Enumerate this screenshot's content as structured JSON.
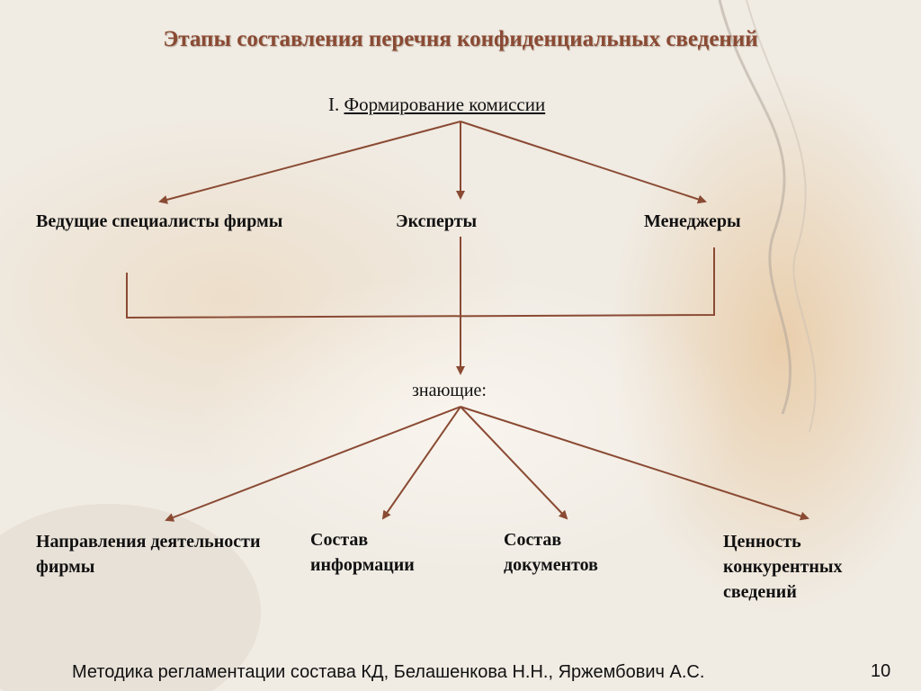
{
  "title": "Этапы составления перечня конфиденциальных сведений",
  "stage": {
    "numeral": "I.",
    "label": "Формирование комиссии"
  },
  "members": [
    "Ведущие специалисты фирмы",
    "Эксперты",
    "Менеджеры"
  ],
  "knowing_label": "знающие:",
  "knowledge_items": [
    "Направления деятельности фирмы",
    "Состав информации",
    "Состав документов",
    "Ценность конкурентных сведений"
  ],
  "footer": "Методика регламентации состава КД, Белашенкова Н.Н., Яржембович А.С.",
  "page_number": "10",
  "colors": {
    "arrow": "#8a4a33",
    "title": "#8a4a33"
  }
}
